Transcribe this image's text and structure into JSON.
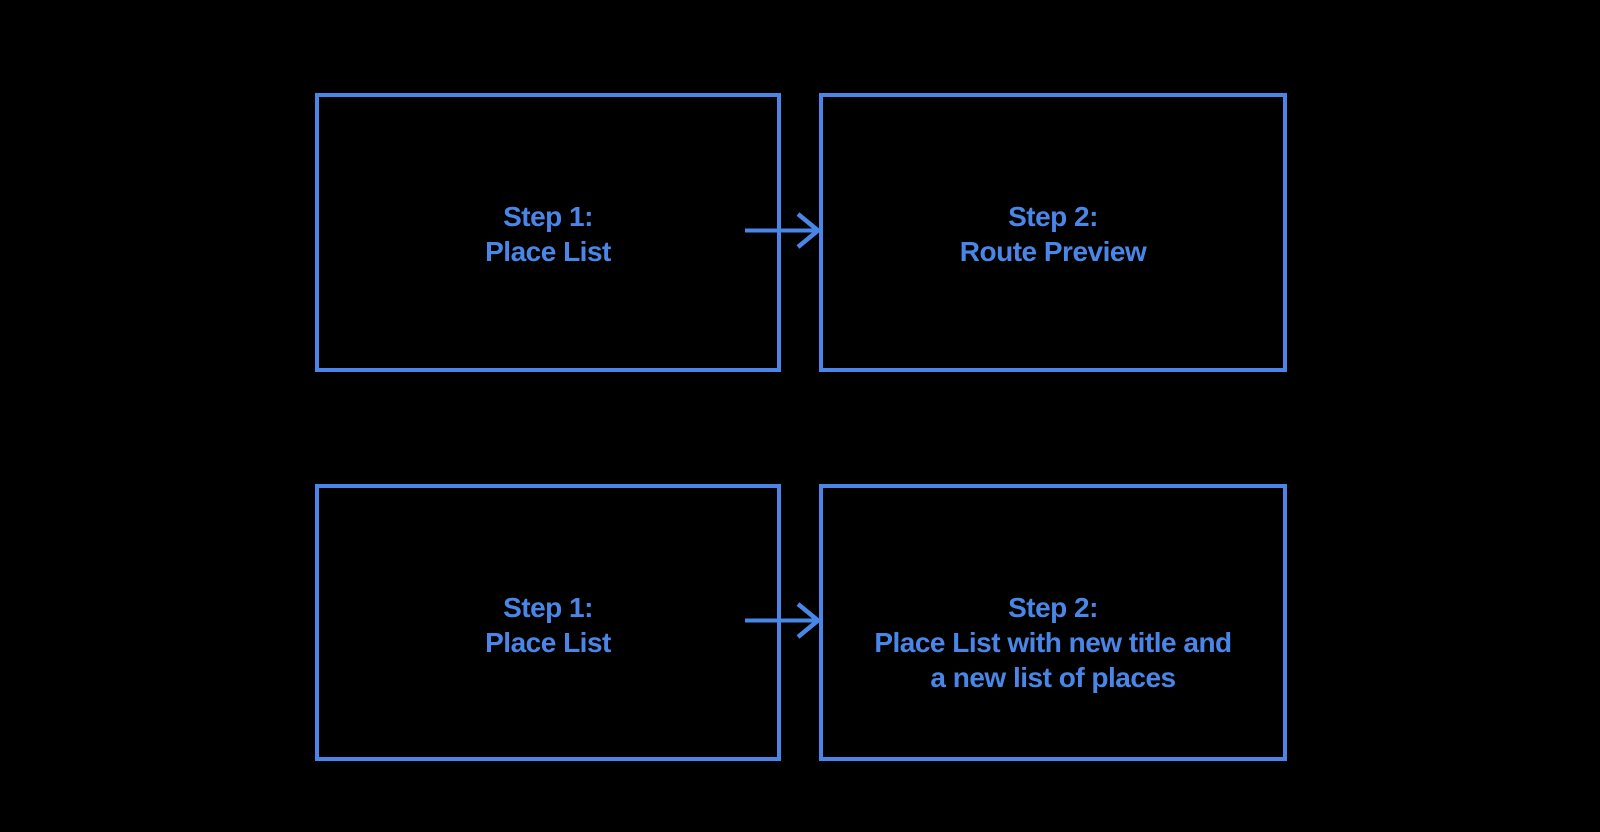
{
  "colors": {
    "background": "#000000",
    "accent": "#4A86E8"
  },
  "diagram": {
    "rows": [
      {
        "source": {
          "lines": [
            "Step 1:",
            "Place List"
          ]
        },
        "target": {
          "lines": [
            "Step 2:",
            "Route Preview"
          ]
        }
      },
      {
        "source": {
          "lines": [
            "Step 1:",
            "Place List"
          ]
        },
        "target": {
          "lines": [
            "Step 2:",
            "Place List with new title and",
            "a new list of places"
          ]
        }
      }
    ]
  }
}
